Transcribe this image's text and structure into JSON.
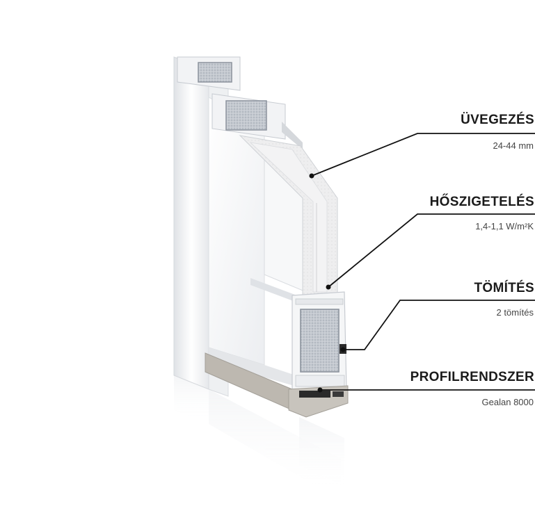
{
  "callouts": [
    {
      "title": "ÜVEGEZÉS",
      "subtitle": "24-44 mm"
    },
    {
      "title": "HŐSZIGETELÉS",
      "subtitle": "1,4-1,1 W/m²K"
    },
    {
      "title": "TÖMÍTÉS",
      "subtitle": "2 tömítés"
    },
    {
      "title": "PROFILRENDSZER",
      "subtitle": "Gealan 8000"
    }
  ],
  "colors": {
    "line": "#111111",
    "profile_white": "#f4f5f7",
    "insulation": "#e9e9ea",
    "foam_core": "#c9cdd3",
    "gasket": "#2a2a2a",
    "sill": "#bdb8b0"
  }
}
